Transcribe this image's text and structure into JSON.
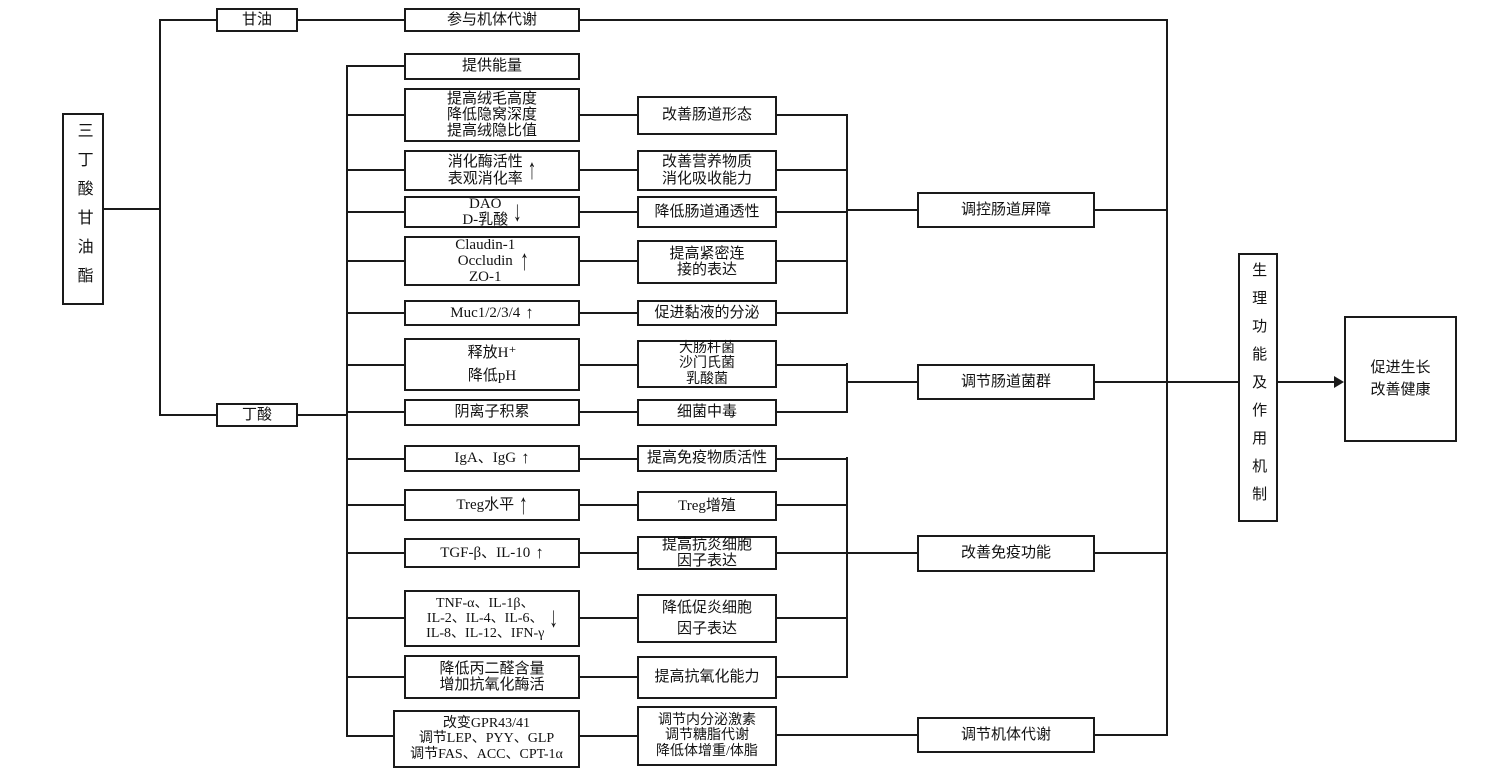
{
  "root": {
    "label": "三丁酸甘油酯"
  },
  "branches": {
    "glycerol": "甘油",
    "butyrate": "丁酸"
  },
  "physiological": {
    "label": "生理功能及作用机制"
  },
  "outcome": {
    "lines": [
      "促进生长",
      "改善健康"
    ]
  },
  "nodes": {
    "metabolism_participation": {
      "lines": [
        "参与机体代谢"
      ]
    },
    "energy": {
      "lines": [
        "提供能量"
      ]
    },
    "villus": {
      "lines": [
        "提高绒毛高度",
        "降低隐窝深度",
        "提高绒隐比值"
      ]
    },
    "enzyme": {
      "lines": [
        "消化酶活性",
        "表观消化率"
      ],
      "arrow": "↑"
    },
    "dao": {
      "lines": [
        "DAO",
        "D-乳酸"
      ],
      "arrow": "↓"
    },
    "tight_junction_proteins": {
      "lines": [
        "Claudin-1",
        "Occludin",
        "ZO-1"
      ],
      "arrow": "↑"
    },
    "muc": {
      "lines": [
        "Muc1/2/3/4"
      ],
      "arrow": "↑"
    },
    "ph": {
      "lines": [
        "释放H⁺",
        "降低pH"
      ]
    },
    "anion": {
      "lines": [
        "阴离子积累"
      ]
    },
    "iga": {
      "lines": [
        "IgA、IgG"
      ],
      "arrow": "↑"
    },
    "treg_level": {
      "lines": [
        "Treg水平"
      ],
      "arrow": "↑"
    },
    "tgf": {
      "lines": [
        "TGF-β、IL-10"
      ],
      "arrow": "↑"
    },
    "tnf": {
      "lines": [
        "TNF-α、IL-1β、",
        "IL-2、IL-4、IL-6、",
        "IL-8、IL-12、IFN-γ"
      ],
      "arrow": "↓"
    },
    "mda": {
      "lines": [
        "降低丙二醛含量",
        "增加抗氧化酶活"
      ]
    },
    "gpr": {
      "lines": [
        "改变GPR43/41",
        "调节LEP、PYY、GLP",
        "调节FAS、ACC、CPT-1α"
      ]
    },
    "gut_morphology": {
      "lines": [
        "改善肠道形态"
      ]
    },
    "nutrient": {
      "lines": [
        "改善营养物质",
        "消化吸收能力"
      ]
    },
    "permeability": {
      "lines": [
        "降低肠道通透性"
      ]
    },
    "tight_junction_expr": {
      "lines": [
        "提高紧密连",
        "接的表达"
      ]
    },
    "mucus": {
      "lines": [
        "促进黏液的分泌"
      ]
    },
    "bacteria": {
      "lines": [
        "大肠杆菌",
        "沙门氏菌",
        "乳酸菌"
      ]
    },
    "bacteria_toxicity": {
      "lines": [
        "细菌中毒"
      ]
    },
    "immune_substance": {
      "lines": [
        "提高免疫物质活性"
      ]
    },
    "treg_proliferation": {
      "lines": [
        "Treg增殖"
      ]
    },
    "anti_inflammatory": {
      "lines": [
        "提高抗炎细胞",
        "因子表达"
      ]
    },
    "pro_inflammatory": {
      "lines": [
        "降低促炎细胞",
        "因子表达"
      ]
    },
    "antioxidant": {
      "lines": [
        "提高抗氧化能力"
      ]
    },
    "endocrine": {
      "lines": [
        "调节内分泌激素",
        "调节糖脂代谢",
        "降低体增重/体脂"
      ]
    },
    "barrier": {
      "lines": [
        "调控肠道屏障"
      ]
    },
    "flora": {
      "lines": [
        "调节肠道菌群"
      ]
    },
    "immunity": {
      "lines": [
        "改善免疫功能"
      ]
    },
    "body_metabolism": {
      "lines": [
        "调节机体代谢"
      ]
    }
  },
  "colors": {
    "line": "#1a1a1a",
    "box_border": "#1a1a1a",
    "background": "#ffffff",
    "text": "#111111"
  }
}
